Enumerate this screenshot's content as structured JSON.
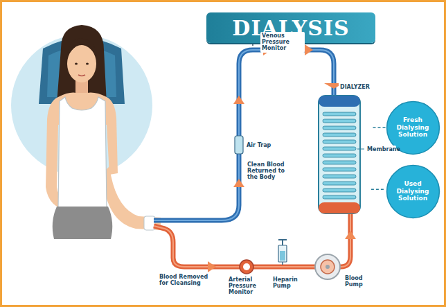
{
  "diagram": {
    "title": "DIALYSIS",
    "nodes": [
      {
        "text": [
          "DIALYZER"
        ]
      },
      {
        "text": [
          "Fresh Dialysing Solution"
        ]
      },
      {
        "text": [
          "Used Dialysing Solution"
        ]
      }
    ],
    "edges": [
      {
        "from": 1,
        "to": 0,
        "arrow": "none"
      },
      {
        "from": 0,
        "to": 2,
        "arrow": "none"
      }
    ],
    "labels": [
      "Venous Pressure Monitor",
      "Air Trap",
      "Clean Blood Returned to the Body",
      "Blood Removed for Cleansing",
      "Arterial Pressure Monitor",
      "Heparin Pump",
      "Blood Pump",
      "Membrane"
    ]
  }
}
